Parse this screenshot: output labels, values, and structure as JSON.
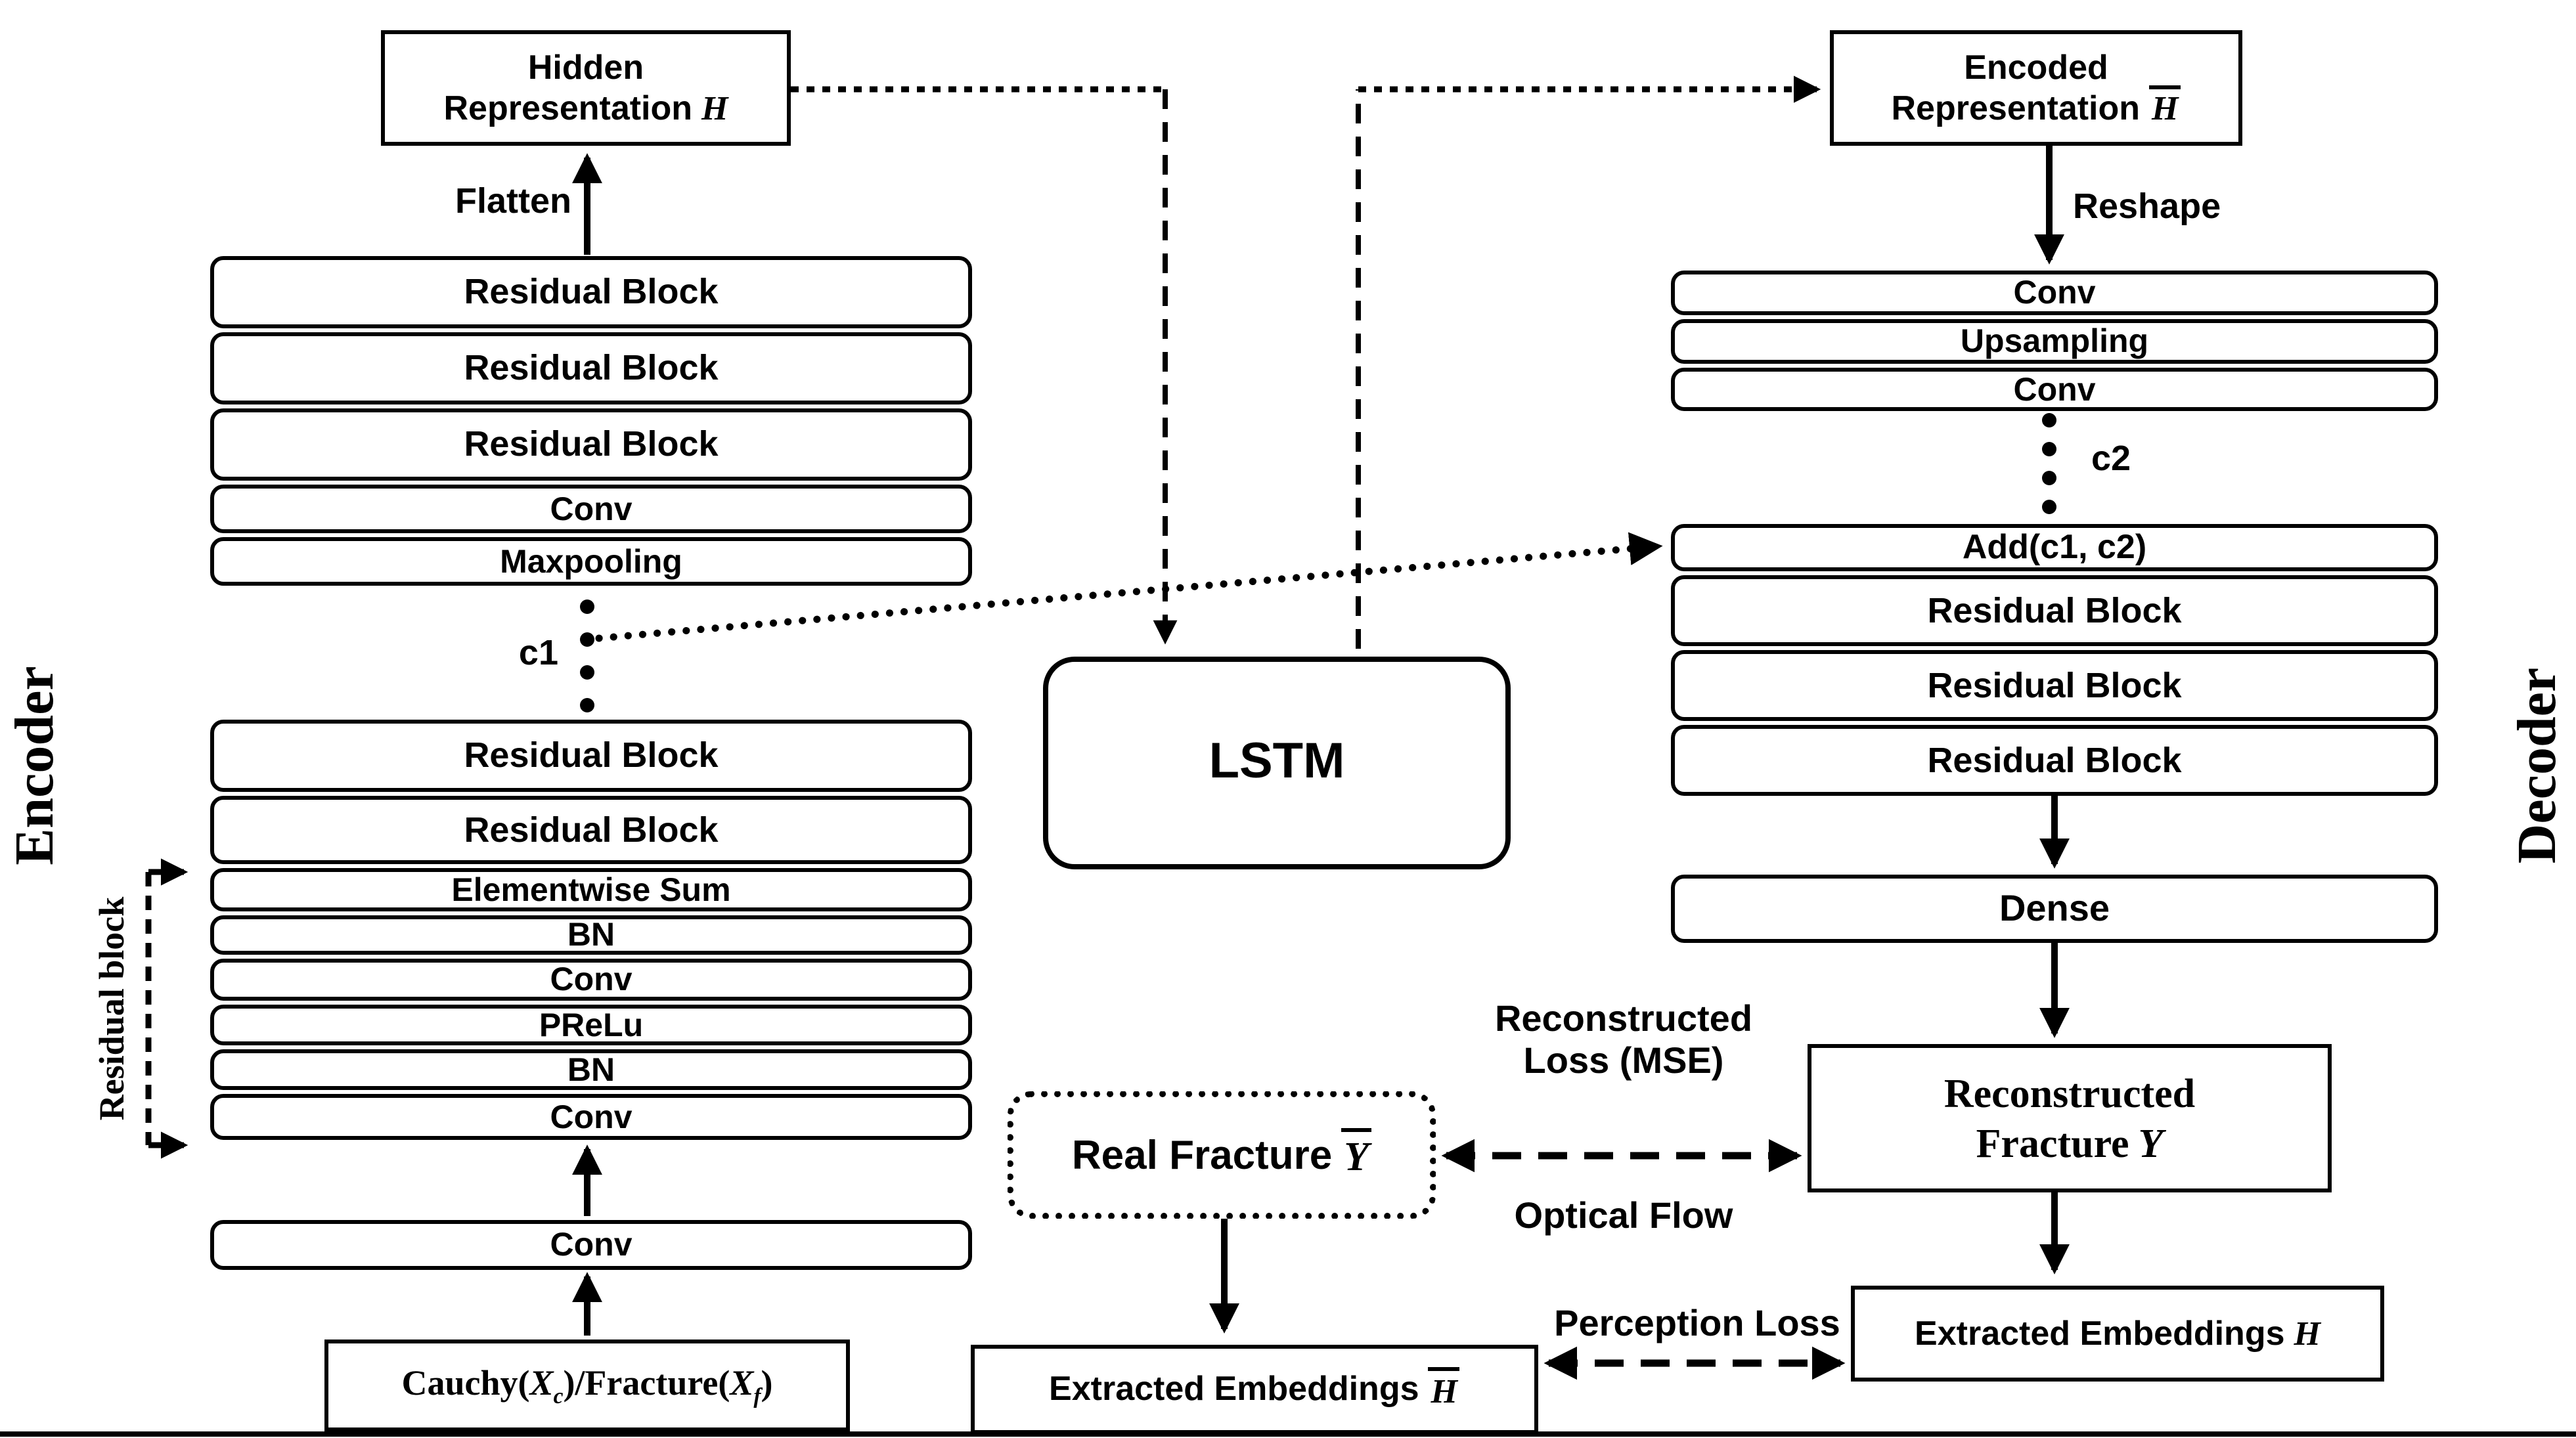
{
  "encoder": {
    "side_label": "Encoder",
    "hidden_box": {
      "line1": "Hidden",
      "line2": "Representation",
      "math": "H"
    },
    "flatten_label": "Flatten",
    "top_stack": [
      "Residual Block",
      "Residual Block",
      "Residual Block",
      "Conv",
      "Maxpooling"
    ],
    "c1_label": "c1",
    "residual_annotation": "Residual block",
    "lower_stack": [
      "Residual Block",
      "Residual Block",
      "Elementwise Sum",
      "BN",
      "Conv",
      "PReLu",
      "BN",
      "Conv"
    ],
    "input_conv": "Conv",
    "input_box": {
      "p1": "Cauchy(",
      "m1": "X",
      "s1": "c",
      "p2": ")/Fracture(",
      "m2": "X",
      "s2": "f",
      "p3": ")"
    }
  },
  "lstm": {
    "label": "LSTM"
  },
  "decoder": {
    "side_label": "Decoder",
    "encoded_box": {
      "line1": "Encoded",
      "line2": "Representation",
      "math": "H"
    },
    "reshape_label": "Reshape",
    "upper_stack": [
      "Conv",
      "Upsampling",
      "Conv"
    ],
    "c2_label": "c2",
    "add_row": "Add(c1, c2)",
    "residual_stack": [
      "Residual Block",
      "Residual Block",
      "Residual Block"
    ],
    "dense_row": "Dense",
    "recon_box": {
      "line1": "Reconstructed",
      "line2": "Fracture",
      "math": "Y"
    },
    "extracted_h_box": {
      "text": "Extracted Embeddings",
      "math": "H"
    }
  },
  "losses": {
    "real_fracture_box": {
      "text": "Real Fracture",
      "math": "Y"
    },
    "extracted_hbar_box": {
      "text": "Extracted Embeddings",
      "math": "H"
    },
    "recon_loss_line1": "Reconstructed",
    "recon_loss_line2": "Loss (MSE)",
    "optical_flow": "Optical Flow",
    "perception_loss": "Perception Loss"
  },
  "colors": {
    "ink": "#000000",
    "background": "#ffffff"
  }
}
